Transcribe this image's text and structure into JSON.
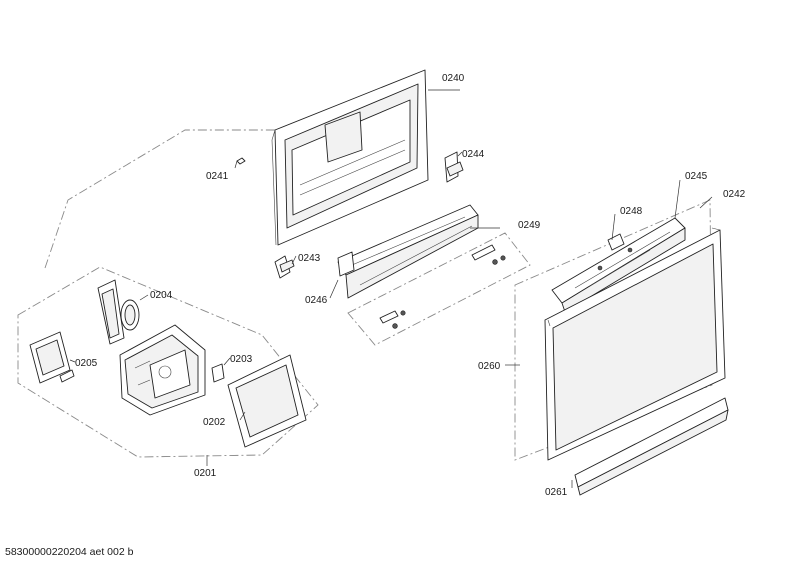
{
  "footer": {
    "drawing_id": "58300000220204 aet 002 b"
  },
  "labels": {
    "p0201": "0201",
    "p0202": "0202",
    "p0203": "0203",
    "p0204": "0204",
    "p0205": "0205",
    "p0240": "0240",
    "p0241": "0241",
    "p0242": "0242",
    "p0243": "0243",
    "p0244": "0244",
    "p0245": "0245",
    "p0246": "0246",
    "p0248": "0248",
    "p0249": "0249",
    "p0260": "0260",
    "p0261": "0261"
  }
}
